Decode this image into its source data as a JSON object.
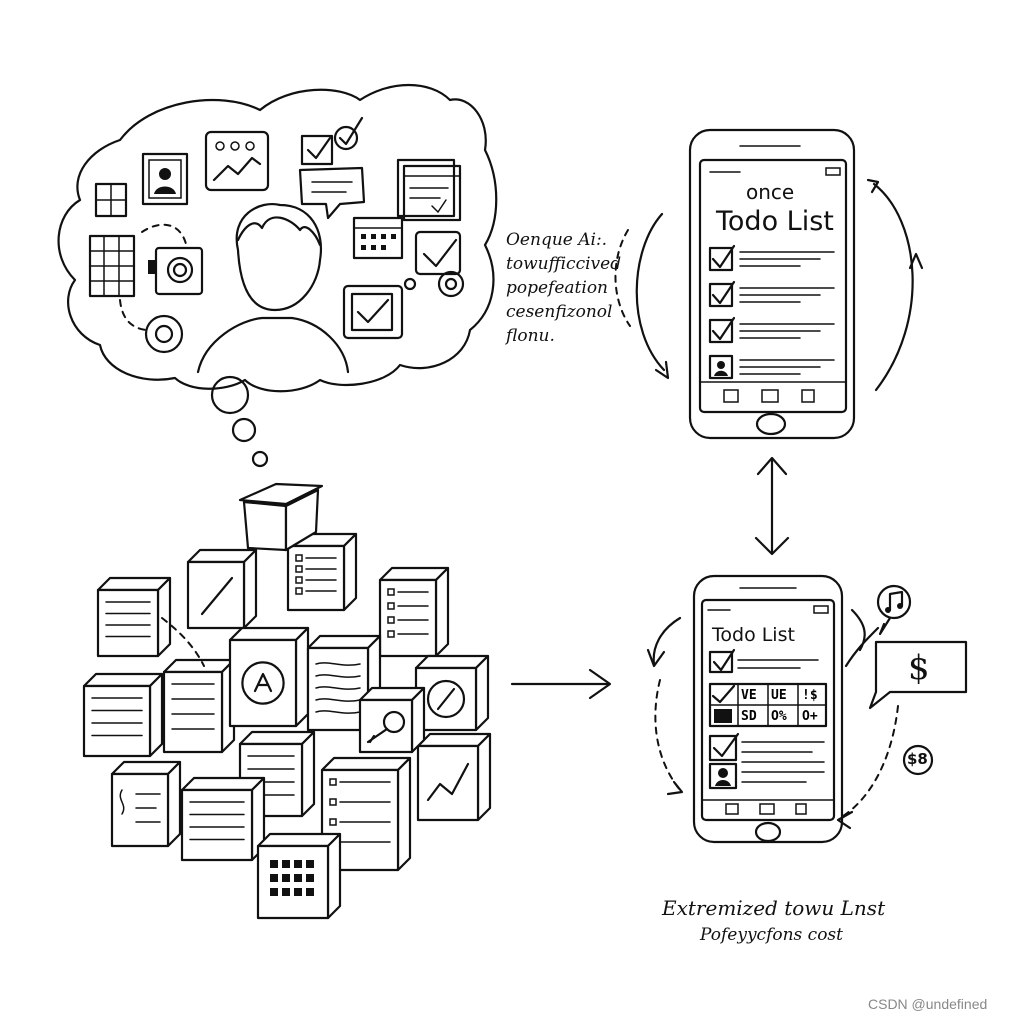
{
  "annotation": {
    "line1": "Oenque Ai:.",
    "line2": "towufficcived",
    "line3": "popefeation",
    "line4": "cesenfizonol",
    "line5": "flonu."
  },
  "phone_top": {
    "pre_title": "once",
    "title": "Todo List",
    "item_count": 4
  },
  "phone_bottom": {
    "title": "Todo List",
    "grid": [
      [
        "VE",
        "UE",
        "!$"
      ],
      [
        "SD",
        "O%",
        "O+"
      ]
    ]
  },
  "currency": {
    "bubble_symbol": "$",
    "coin_label": "$8"
  },
  "caption": {
    "line1": "Extremized towu Lnst",
    "line2": "Pofeyycfons cost"
  },
  "watermark": "CSDN @undefined"
}
